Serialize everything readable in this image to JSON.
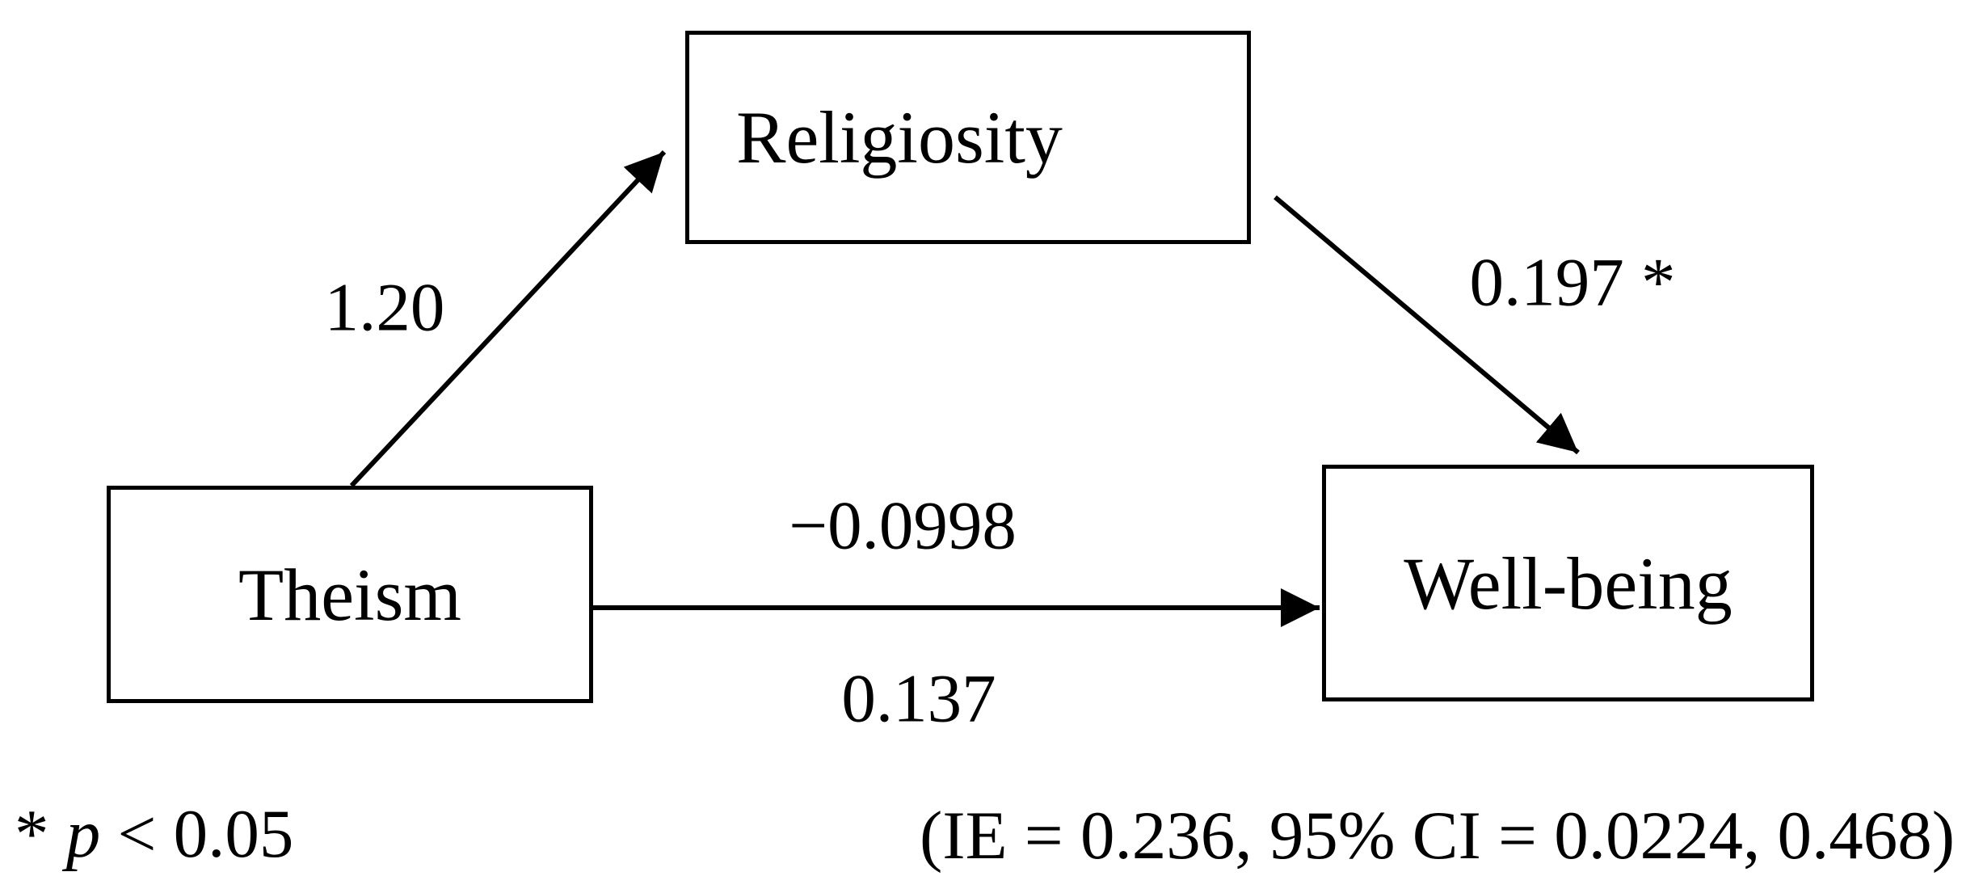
{
  "diagram": {
    "type": "mediation-path-diagram",
    "nodes": {
      "predictor": "Theism",
      "mediator": "Religiosity",
      "outcome": "Well-being"
    },
    "path_labels": {
      "a_theism_to_religiosity": "1.20",
      "b_religiosity_to_wellbeing": "0.197 *",
      "c_direct_theism_to_wellbeing": "−0.0998",
      "c_total_theism_to_wellbeing": "0.137"
    },
    "notes": {
      "significance": {
        "star": "* ",
        "p_symbol": "p",
        "comparison": " < 0.05"
      },
      "indirect_effect": "(IE = 0.236, 95% CI = 0.0224, 0.468)"
    },
    "colors": {
      "ink": "#000000",
      "background": "#ffffff"
    }
  }
}
